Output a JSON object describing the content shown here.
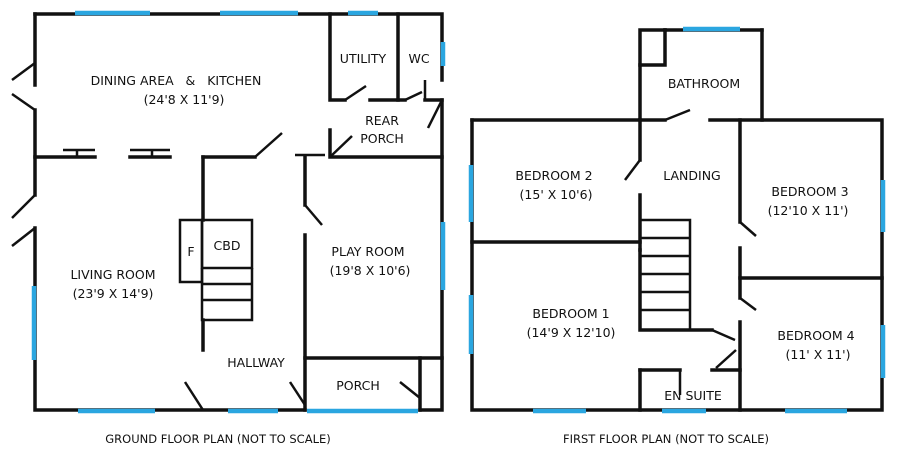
{
  "colors": {
    "wall": "#111111",
    "window": "#2aa6e0",
    "background": "#ffffff"
  },
  "ground_floor": {
    "caption": "GROUND FLOOR PLAN (NOT TO SCALE)",
    "rooms": {
      "dining_kitchen": {
        "name": "DINING AREA   &   KITCHEN",
        "dims": "(24'8 X 11'9)"
      },
      "utility": {
        "name": "UTILITY"
      },
      "wc": {
        "name": "WC"
      },
      "rear_porch": {
        "name_line1": "REAR",
        "name_line2": "PORCH"
      },
      "living_room": {
        "name": "LIVING ROOM",
        "dims": "(23'9 X 14'9)"
      },
      "cupboard_f": {
        "name": "F"
      },
      "cupboard_cbd": {
        "name": "CBD"
      },
      "play_room": {
        "name": "PLAY ROOM",
        "dims": "(19'8 X 10'6)"
      },
      "hallway": {
        "name": "HALLWAY"
      },
      "porch": {
        "name": "PORCH"
      }
    }
  },
  "first_floor": {
    "caption": "FIRST FLOOR PLAN (NOT TO SCALE)",
    "rooms": {
      "bathroom": {
        "name": "BATHROOM"
      },
      "bedroom_2": {
        "name": "BEDROOM 2",
        "dims": "(15' X 10'6)"
      },
      "landing": {
        "name": "LANDING"
      },
      "bedroom_3": {
        "name": "BEDROOM 3",
        "dims": "(12'10 X 11')"
      },
      "bedroom_1": {
        "name": "BEDROOM 1",
        "dims": "(14'9 X 12'10)"
      },
      "bedroom_4": {
        "name": "BEDROOM 4",
        "dims": "(11' X 11')"
      },
      "en_suite": {
        "name": "EN SUITE"
      }
    }
  }
}
